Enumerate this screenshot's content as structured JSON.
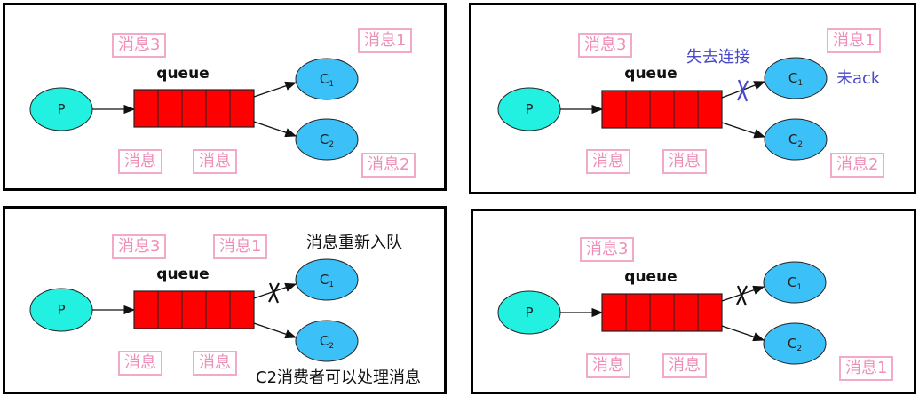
{
  "panels": [
    {
      "queue_label": "queue",
      "producer": "P",
      "consumers": [
        {
          "label": "C",
          "sub": "1"
        },
        {
          "label": "C",
          "sub": "2"
        }
      ],
      "tags": [
        "消息3",
        "消息1",
        "消息",
        "消息",
        "消息2"
      ],
      "notes": []
    },
    {
      "queue_label": "queue",
      "producer": "P",
      "consumers": [
        {
          "label": "C",
          "sub": "1"
        },
        {
          "label": "C",
          "sub": "2"
        }
      ],
      "tags": [
        "消息3",
        "消息1",
        "消息",
        "消息",
        "消息2"
      ],
      "notes": [
        "失去连接",
        "未ack"
      ]
    },
    {
      "queue_label": "queue",
      "producer": "P",
      "consumers": [
        {
          "label": "C",
          "sub": "1"
        },
        {
          "label": "C",
          "sub": "2"
        }
      ],
      "tags": [
        "消息3",
        "消息1",
        "消息",
        "消息"
      ],
      "notes": [
        "消息重新入队",
        "C2消费者可以处理消息"
      ]
    },
    {
      "queue_label": "queue",
      "producer": "P",
      "consumers": [
        {
          "label": "C",
          "sub": "1"
        },
        {
          "label": "C",
          "sub": "2"
        }
      ],
      "tags": [
        "消息3",
        "消息",
        "消息",
        "消息1"
      ],
      "notes": []
    }
  ],
  "colors": {
    "producer": "#22f0e0",
    "consumer": "#3cc0f8",
    "queue": "#ff0000",
    "tag_border": "#f2aac8",
    "tag_text": "#ee8fb8",
    "note_blue": "#4848c8"
  }
}
